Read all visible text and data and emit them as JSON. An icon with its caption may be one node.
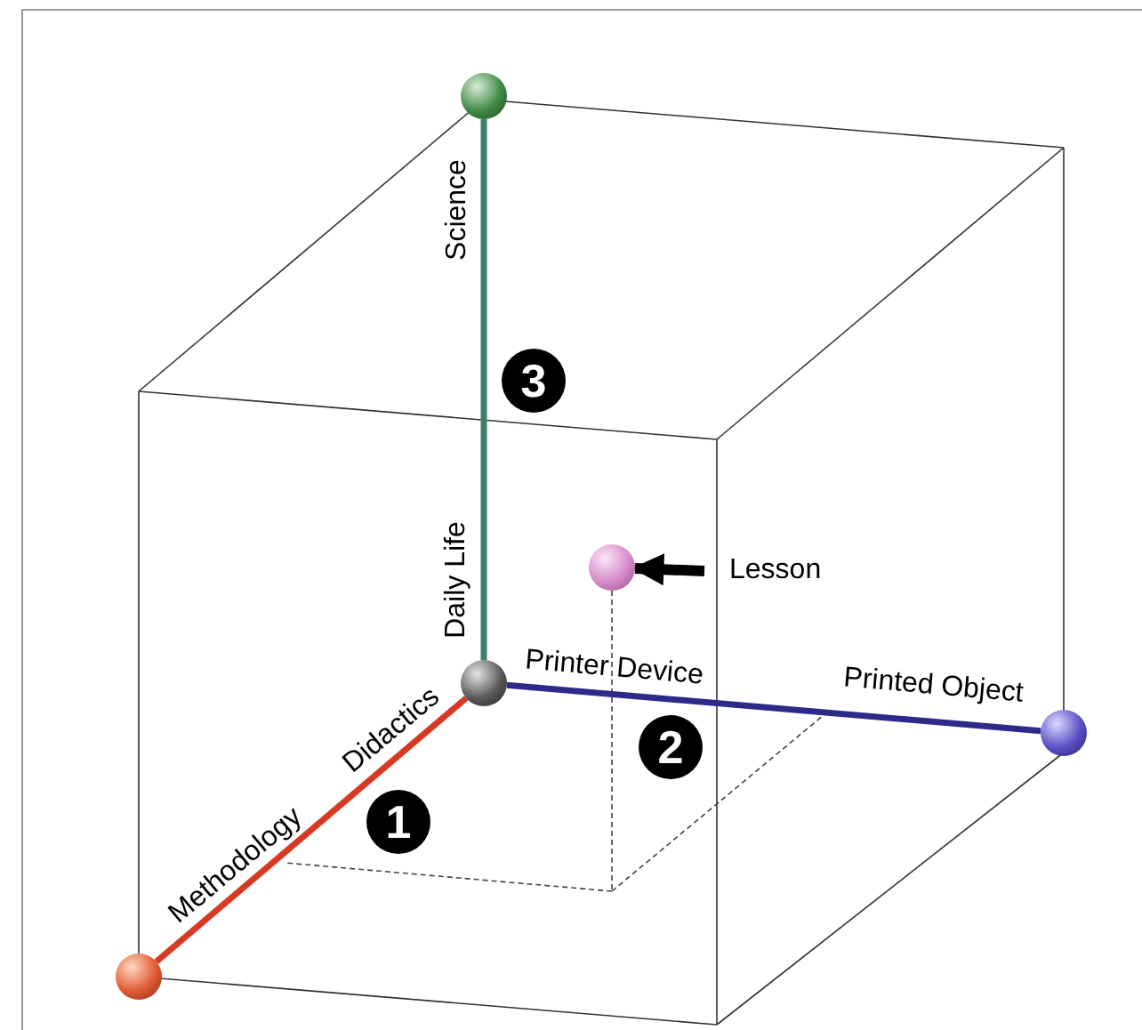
{
  "diagram": {
    "nodes": [
      {
        "text": [],
        "shape": "circle",
        "beside": [
          "Science"
        ]
      },
      {
        "text": [],
        "shape": "circle",
        "beside": [
          "Daily Life",
          "Printer Device",
          "Didactics"
        ]
      },
      {
        "text": [],
        "shape": "circle",
        "beside": [
          "Printed Object"
        ]
      },
      {
        "text": [],
        "shape": "circle",
        "beside": [
          "Methodology"
        ]
      },
      {
        "text": [],
        "shape": "circle"
      },
      {
        "text": [
          "Lesson"
        ]
      }
    ],
    "edges": [
      {
        "from": 1,
        "to": 0,
        "arrow": "none",
        "color": "#3d7f6e"
      },
      {
        "from": 1,
        "to": 2,
        "arrow": "none",
        "color": "#2e2a8a"
      },
      {
        "from": 1,
        "to": 3,
        "arrow": "none",
        "color": "#d63a22"
      },
      {
        "from": 5,
        "to": 4,
        "arrow": "to",
        "color": "#000000"
      }
    ],
    "labels": [
      "3",
      "2",
      "1"
    ]
  }
}
